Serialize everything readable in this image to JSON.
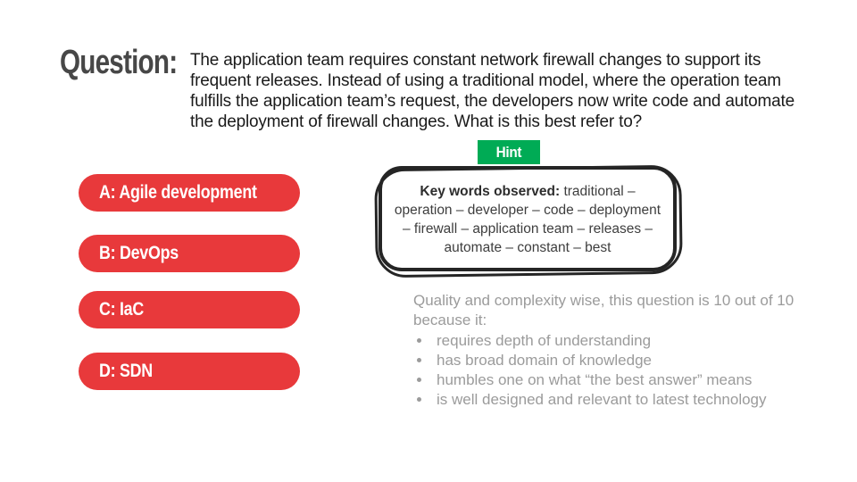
{
  "question": {
    "heading": "Question:",
    "text": "The application team requires constant network firewall changes to support its frequent releases. Instead of using a traditional model, where the operation team fulfills the application team’s request, the developers now write code and automate the deployment of firewall changes. What is this best refer to?"
  },
  "answers": {
    "color": "#e8393b",
    "text_color": "#ffffff",
    "options": [
      {
        "label": "A: Agile development"
      },
      {
        "label": "B: DevOps"
      },
      {
        "label": "C: IaC"
      },
      {
        "label": "D: SDN"
      }
    ]
  },
  "hint": {
    "button_label": "Hint",
    "button_color": "#00ab55",
    "box": {
      "border_color": "#252525",
      "lead": "Key words observed:",
      "keywords_text": " traditional – operation – developer – code – deployment – firewall – application team – releases – automate – constant – best"
    }
  },
  "commentary": {
    "color": "#9b9b9b",
    "intro": "Quality and complexity wise, this question is 10 out of 10 because it:",
    "bullets": [
      "requires depth of understanding",
      "has broad domain of knowledge",
      "humbles one on what “the best answer” means",
      "is well designed and relevant to latest technology"
    ]
  }
}
